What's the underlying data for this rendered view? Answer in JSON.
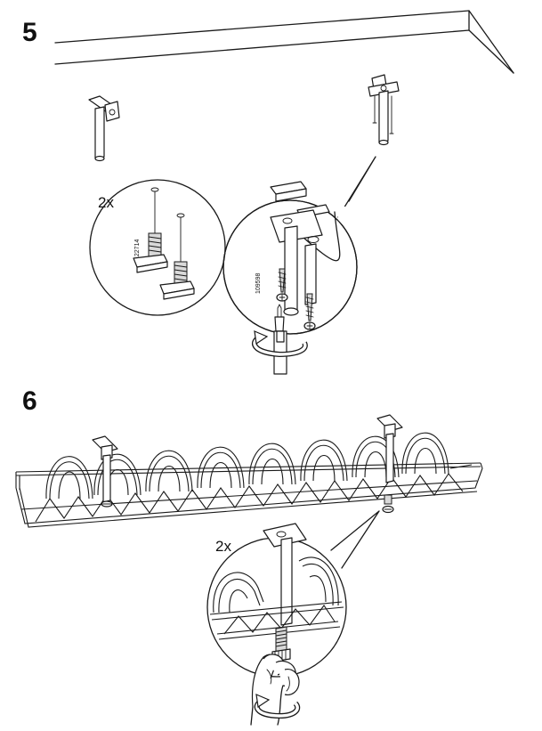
{
  "steps": [
    {
      "number": "5",
      "detail_left": {
        "quantity": "2x",
        "part_number": "122714"
      },
      "detail_right": {
        "part_number": "109598"
      },
      "icons": [
        "ceiling",
        "ceiling-bracket",
        "anchor-plug",
        "wood-screw",
        "screwdriver",
        "rotate-arrow"
      ]
    },
    {
      "number": "6",
      "detail": {
        "quantity": "2x"
      },
      "icons": [
        "cable-tray",
        "bracket",
        "knurled-screw",
        "hand",
        "rotate-arrow"
      ]
    }
  ]
}
